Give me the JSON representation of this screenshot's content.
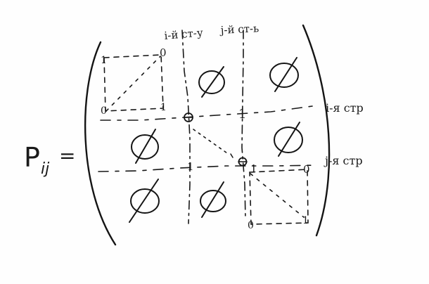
{
  "formula": {
    "lhs_symbol": "P",
    "lhs_subscript": "ij",
    "equals": "="
  },
  "labels": {
    "top_i": "i-й ст-у",
    "top_j": "j-й ст-ь",
    "right_i": "i-я стр",
    "right_j": "j-я стр"
  },
  "marks": {
    "one": "1",
    "zero": "0",
    "empty_set": "Ø"
  },
  "colors": {
    "ink": "#141414",
    "paper": "#fefefe"
  }
}
